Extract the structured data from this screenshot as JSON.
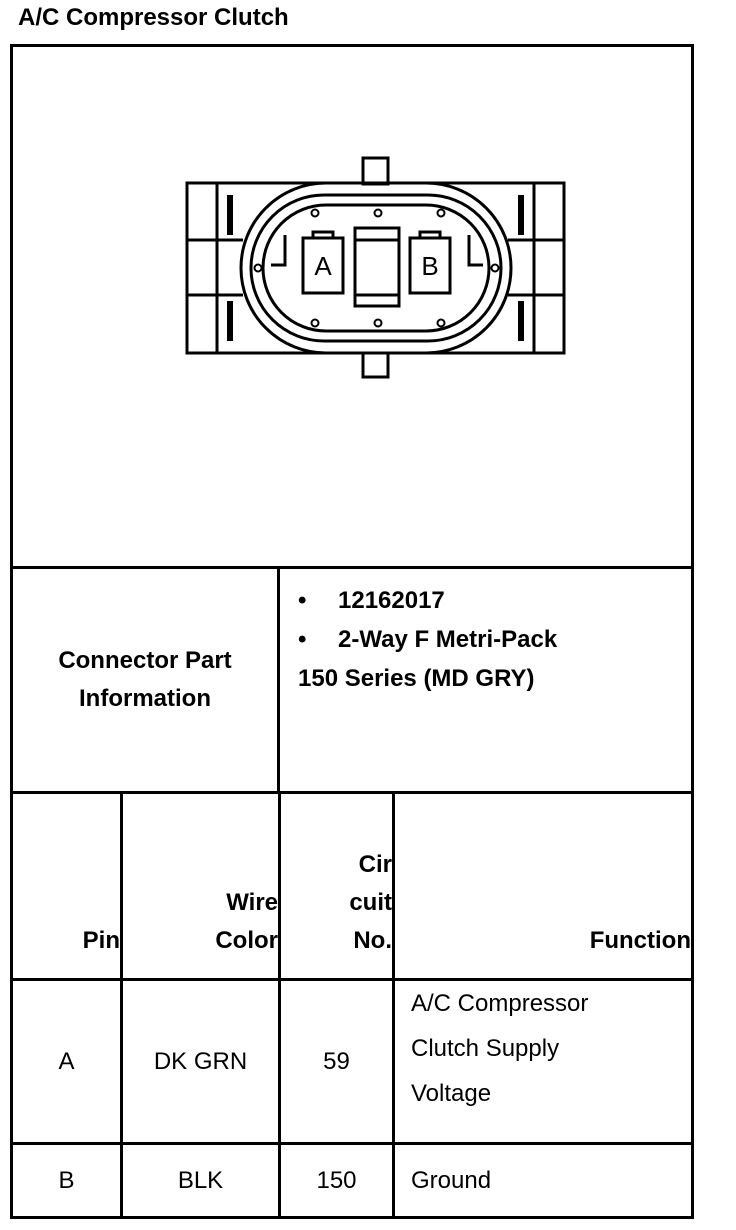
{
  "title": "A/C Compressor Clutch",
  "connector": {
    "pin_labels": [
      "A",
      "B"
    ],
    "info_label_lines": [
      "Connector Part",
      "Information"
    ],
    "info_lines": [
      {
        "bullet": "•",
        "text": "12162017"
      },
      {
        "bullet": "•",
        "text": "2-Way F Metri-Pack"
      },
      {
        "bullet": "",
        "text": "150 Series (MD GRY)"
      }
    ]
  },
  "table": {
    "headers": {
      "pin": [
        "Pin"
      ],
      "wire": [
        "Wire",
        "Color"
      ],
      "circuit": [
        "Cir",
        "cuit",
        "No."
      ],
      "function": [
        "Function"
      ]
    },
    "rows": [
      {
        "pin": "A",
        "wire": "DK GRN",
        "circuit": "59",
        "function": [
          "A/C Compressor",
          "Clutch Supply",
          "Voltage"
        ]
      },
      {
        "pin": "B",
        "wire": "BLK",
        "circuit": "150",
        "function": [
          "Ground"
        ]
      }
    ]
  }
}
